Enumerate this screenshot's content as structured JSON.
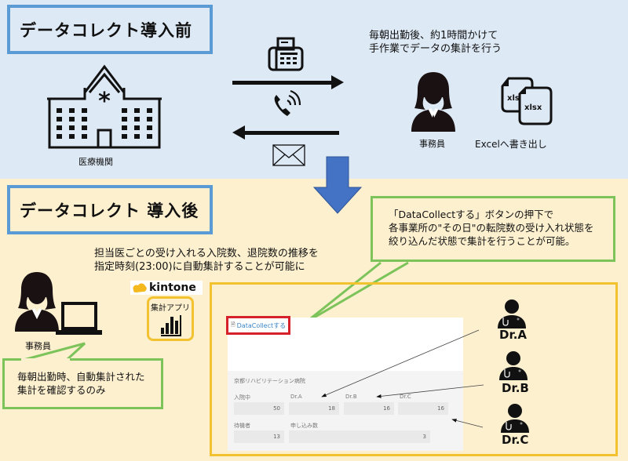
{
  "before": {
    "title": "データコレクト導入前",
    "hospital_label": "医療機関",
    "description_line1": "毎朝出勤後、約1時間かけて",
    "description_line2": "手作業でデータの集計を行う",
    "staff_label": "事務員",
    "excel_label": "Excelへ書き出し",
    "file_ext": "xlsx"
  },
  "after": {
    "title": "データコレクト 導入後",
    "description_line1": "担当医ごとの受け入れる入院数、退院数の推移を",
    "description_line2": "指定時刻(23:00)に自動集計することが可能に",
    "staff_label": "事務員",
    "staff_callout_line1": "毎朝出勤時、自動集計された",
    "staff_callout_line2": "集計を確認するのみ",
    "kintone_logo": "kintone",
    "app_label": "集計アプリ",
    "button_callout_line1": "「DataCollectする」ボタンの押下で",
    "button_callout_line2": "各事業所の\"その日\"の転院数の受け入れ状態を",
    "button_callout_line3": "絞り込んだ状態で集計を行うことが可能。"
  },
  "kintone_form": {
    "button_label": "DataCollectする",
    "facility_name": "京都リハビリテーション病院",
    "fields_row1": [
      {
        "label": "入院中",
        "value": "50"
      },
      {
        "label": "Dr.A",
        "value": "18"
      },
      {
        "label": "Dr.B",
        "value": "16"
      },
      {
        "label": "Dr.C",
        "value": "16"
      }
    ],
    "fields_row2": [
      {
        "label": "待機者",
        "value": "13"
      },
      {
        "label": "申し込み数",
        "value": "3"
      }
    ]
  },
  "doctors": [
    {
      "label": "Dr.A"
    },
    {
      "label": "Dr.B"
    },
    {
      "label": "Dr.C"
    }
  ],
  "colors": {
    "before_bg": "#dde9f5",
    "after_bg": "#fdf0cf",
    "title_border": "#5b9bd5",
    "callout_border": "#7cc35a",
    "frame_border": "#f2c230",
    "transition_arrow": "#4472c4",
    "button_highlight": "#d6202a",
    "kintone_orange": "#f5b920"
  }
}
